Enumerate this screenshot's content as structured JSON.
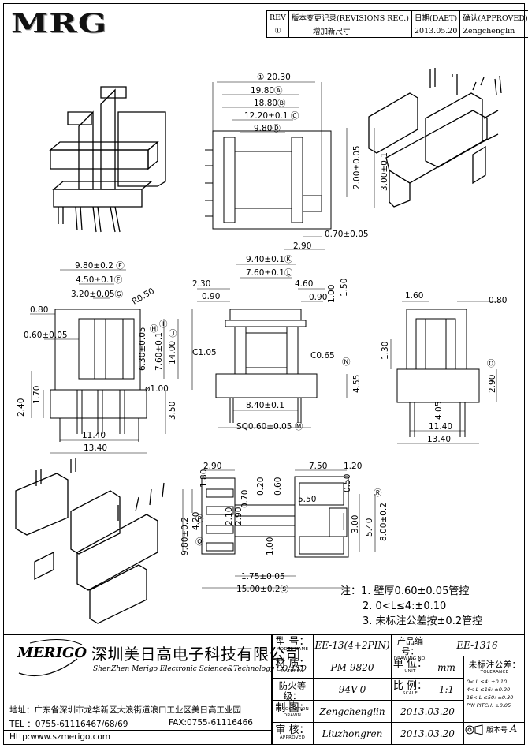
{
  "logo_text": "MRG",
  "revision_table": {
    "headers": [
      "REV",
      "版本变更记录(REVISIONS REC.)",
      "日期(DAET)",
      "确认(APPROVED)"
    ],
    "row": {
      "rev": "①",
      "change": "增加新尺寸",
      "date": "2013.05.20",
      "approver": "Zengchenglin"
    }
  },
  "dimensions": {
    "top_view": [
      "① 20.30",
      "19.80Ⓐ",
      "18.80Ⓑ",
      "12.20±0.1 Ⓒ",
      "9.80Ⓓ",
      "2.00±0.05",
      "3.00±0.1",
      "0.70±0.05",
      "2.90"
    ],
    "left_view": [
      "9.80±0.2 Ⓔ",
      "4.50±0.1Ⓕ",
      "3.20±0.05Ⓖ",
      "R0.50",
      "0.80",
      "0.60±0.05",
      "6.30±0.05",
      "7.60±0.1",
      "14.00",
      "Ⓗ",
      "Ⓘ",
      "Ⓙ",
      "ø1.00",
      "2.40",
      "1.70",
      "3.50",
      "11.40",
      "13.40"
    ],
    "front_view": [
      "9.40±0.1Ⓚ",
      "7.60±0.1Ⓛ",
      "2.30",
      "0.90",
      "4.60",
      "0.90",
      "1.50",
      "1.00",
      "C1.05",
      "C0.65",
      "Ⓝ",
      "4.55",
      "8.40±0.1",
      "SQ0.60±0.05 Ⓜ"
    ],
    "side_view": [
      "1.60",
      "0.80",
      "1.30",
      "Ⓞ",
      "2.90",
      "4.05",
      "11.40",
      "13.40"
    ],
    "bottom_view": [
      "2.90",
      "1.80",
      "0.70",
      "0.20",
      "0.60",
      "7.50",
      "1.20",
      "5.50",
      "0.50",
      "Ⓡ",
      "4.20",
      "2.10",
      "2.90",
      "9.80±0.2",
      "Ⓟ",
      "Ⓠ",
      "1.00",
      "3.00",
      "5.40",
      "8.00±0.2",
      "1.75±0.05",
      "15.00±0.2Ⓢ"
    ]
  },
  "notes": {
    "title": "注：",
    "items": [
      "1. 壁厚0.60±0.05管控",
      "2. 0<L≤4:±0.10",
      "3. 未标注公差按±0.2管控"
    ]
  },
  "title_block": {
    "company_cn": "深圳美日高电子科技有限公司",
    "company_en": "ShenZhen Merigo Electronic Science&Technology CO.,LTD",
    "brand": "MERIGO",
    "address": "地址：广东省深圳市龙华新区大浪街道浪口工业区美日高工业园",
    "tel": "TEL ：0755-61116467/68/69",
    "fax": "FAX:0755-61116466",
    "http": "Http:www.szmerigo.com",
    "model_label": "型 号：",
    "model_label_en": "MODEL NAME",
    "model": "EE-13(4+2PIN)",
    "drawing_label": "产品编号：",
    "drawing_label_en": "DRAWING NO.",
    "drawing_no": "EE-1316",
    "material_label": "材 质：",
    "material_label_en": "MATERIAL",
    "material": "PM-9820",
    "unit_label": "单 位：",
    "unit_label_en": "UNIT",
    "unit": "mm",
    "fire_label": "防火等级：",
    "fire_label_en": "UL RECOGNITION",
    "fire": "94V-0",
    "scale_label": "比 例：",
    "scale_label_en": "SCALE",
    "scale": "1:1",
    "drawn_label": "制 图：",
    "drawn_label_en": "DRAWN",
    "drawn_by": "Zengchenglin",
    "drawn_date": "2013.03.20",
    "approved_label": "审 核：",
    "approved_label_en": "APPROVED",
    "approved_by": "Liuzhongren",
    "approved_date": "2013.03.20",
    "tolerance_title": "未标注公差：",
    "tolerance_title_en": "TOLERANCE",
    "tolerances": [
      "0< L ≤4: ±0.10",
      "4< L ≤16: ±0.20",
      "16< L ≤50: ±0.30",
      "PIN PITCH: ±0.05"
    ],
    "version_label": "版本号",
    "version": "A"
  }
}
